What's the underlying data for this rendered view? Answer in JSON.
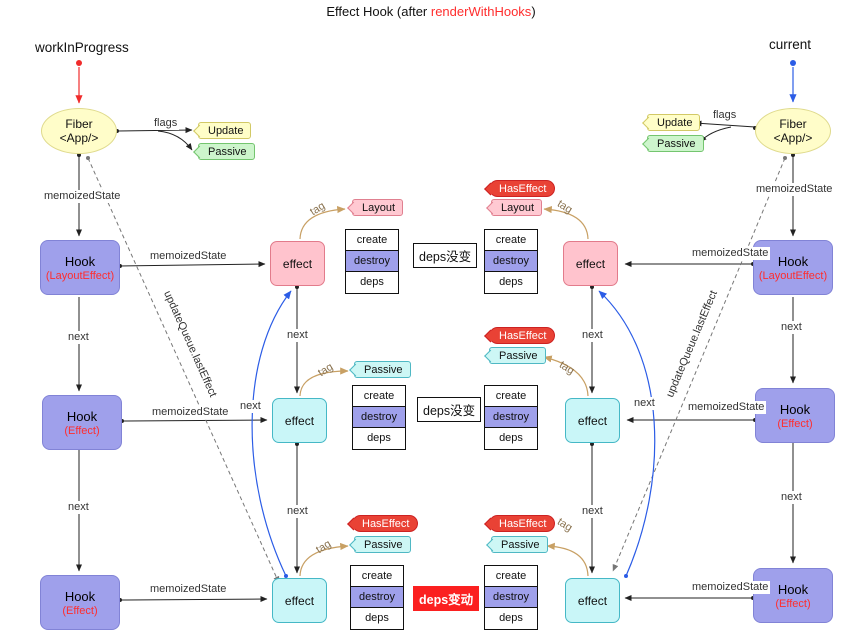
{
  "title": {
    "prefix": "Effect Hook (after ",
    "highlight": "renderWithHooks",
    "suffix": ")"
  },
  "roots": {
    "left": "workInProgress",
    "right": "current"
  },
  "fiber": {
    "name": "Fiber",
    "component": "<App/>"
  },
  "labels": {
    "flags": "flags",
    "memoized_state": "memoizedState",
    "next": "next",
    "tag": "tag",
    "update_queue": "updateQueue.lastEffect",
    "effect": "effect"
  },
  "hook": {
    "title": "Hook",
    "layout_effect": "(LayoutEffect)",
    "effect": "(Effect)"
  },
  "chips": {
    "update": "Update",
    "passive": "Passive",
    "layout": "Layout",
    "has_effect": "HasEffect"
  },
  "effect_table": {
    "rows": [
      "create",
      "destroy",
      "deps"
    ]
  },
  "annotations": {
    "unchanged": "deps没变",
    "changed": "deps变动"
  },
  "colors": {
    "accent_red": "#FF2D2D",
    "node_purple": "#9FA0EB",
    "node_pink": "#FFC3CD",
    "node_cyan": "#C9F6F8",
    "node_yellow": "#FFFDC9",
    "chip_green": "#CDF5CC",
    "chip_red": "#E94235",
    "edge_blue": "#2B5CE6",
    "edge_tan": "#C8A064"
  }
}
